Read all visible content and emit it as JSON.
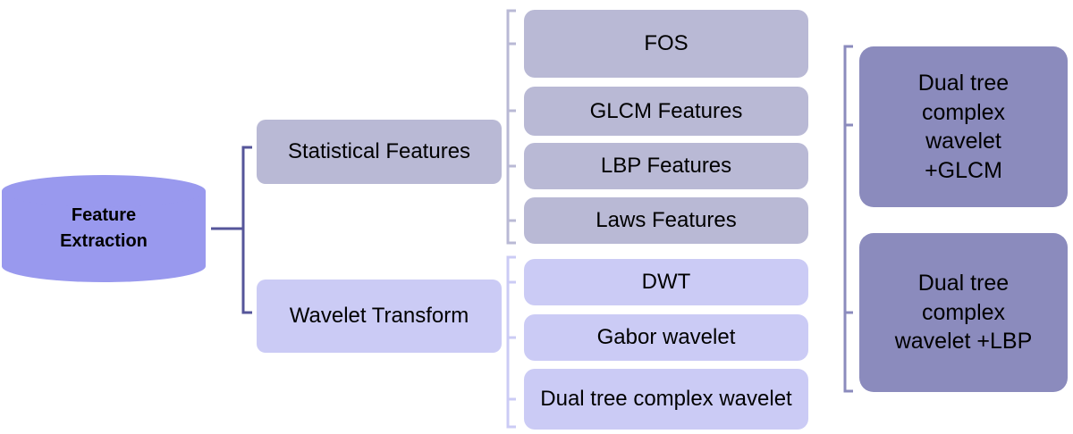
{
  "root": {
    "label": "Feature\nExtraction",
    "color": "#9999ee"
  },
  "categories": [
    {
      "id": "statistical",
      "label": "Statistical Features",
      "color": "#b9b9d5"
    },
    {
      "id": "wavelet",
      "label": "Wavelet Transform",
      "color": "#cbcbf5"
    }
  ],
  "statistical_items": [
    {
      "label": "FOS",
      "color": "#b9b9d5"
    },
    {
      "label": "GLCM Features",
      "color": "#b9b9d5"
    },
    {
      "label": "LBP Features",
      "color": "#b9b9d5"
    },
    {
      "label": "Laws Features",
      "color": "#b9b9d5"
    }
  ],
  "wavelet_items": [
    {
      "label": "DWT",
      "color": "#cbcbf5"
    },
    {
      "label": "Gabor wavelet",
      "color": "#cbcbf5"
    },
    {
      "label": "Dual tree complex wavelet",
      "color": "#cbcbf5"
    }
  ],
  "combinations": [
    {
      "label": "Dual tree\ncomplex\nwavelet\n+GLCM",
      "color": "#8b8bbd"
    },
    {
      "label": "Dual tree\ncomplex\nwavelet +LBP",
      "color": "#8b8bbd"
    }
  ],
  "connector_colors": {
    "main": "#55559a",
    "statistical": "#b9b9d5",
    "wavelet": "#cbcbf5",
    "combinations": "#8b8bbd"
  }
}
